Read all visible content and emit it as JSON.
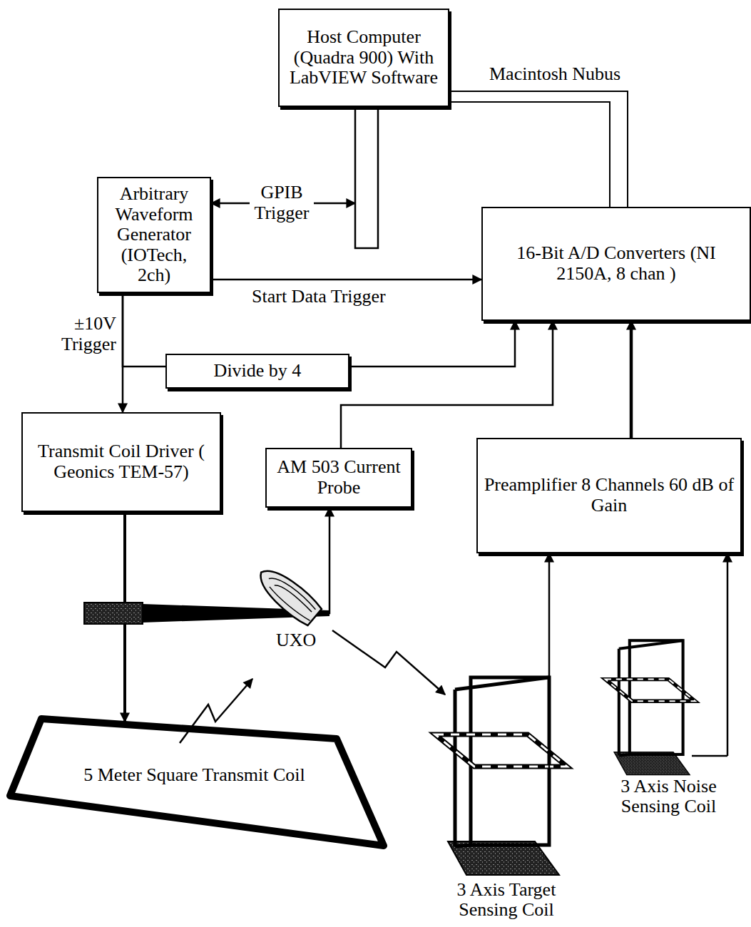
{
  "diagram": {
    "nodes": [
      {
        "text": [
          "Host Computer (Quadra 900) With LabVIEW Software"
        ]
      },
      {
        "text": [
          "Arbitrary Waveform Generator (IOTech, 2ch)"
        ]
      },
      {
        "text": [
          "16-Bit A/D Converters (NI 2150A, 8 chan )"
        ]
      },
      {
        "text": [
          "Divide by 4"
        ]
      },
      {
        "text": [
          "Transmit Coil Driver ( Geonics TEM-57)"
        ]
      },
      {
        "text": [
          "AM 503 Current Probe"
        ]
      },
      {
        "text": [
          "Preamplifier 8 Channels 60 dB of Gain"
        ]
      },
      {
        "text": [
          "5 Meter Square Transmit Coil"
        ]
      },
      {
        "text": [
          "3 Axis Target Sensing Coil"
        ]
      },
      {
        "text": [
          "3 Axis Noise Sensing Coil"
        ]
      }
    ],
    "edges": [
      {
        "from": 0,
        "to": 2,
        "label": "Macintosh Nubus",
        "arrow": "none"
      },
      {
        "from": 1,
        "to": 0,
        "label": "GPIB Trigger",
        "arrow": "both"
      },
      {
        "from": 1,
        "to": 2,
        "label": "Start Data Trigger",
        "arrow": "to"
      },
      {
        "from": 1,
        "to": 4,
        "label": "±10V Trigger",
        "arrow": "to"
      },
      {
        "from": 1,
        "to": 3,
        "arrow": "none"
      },
      {
        "from": 3,
        "to": 2,
        "arrow": "to"
      },
      {
        "from": 4,
        "to": 7,
        "arrow": "to"
      },
      {
        "from": 4,
        "to": 5,
        "arrow": "to"
      },
      {
        "from": 5,
        "to": 2,
        "arrow": "to"
      },
      {
        "from": 6,
        "to": 2,
        "arrow": "to"
      },
      {
        "from": 8,
        "to": 6,
        "arrow": "to"
      },
      {
        "from": 9,
        "to": 6,
        "arrow": "to"
      }
    ],
    "labels": [
      "UXO"
    ]
  }
}
